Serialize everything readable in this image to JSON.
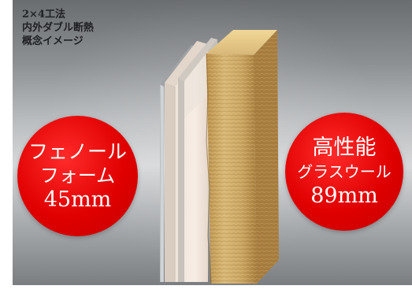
{
  "caption": {
    "line1": "2×4工法",
    "line2": "内外ダブル断熱",
    "line3": "概念イメージ"
  },
  "badges": {
    "left": {
      "line1": "フェノール",
      "line2": "フォーム",
      "line3": "45mm",
      "color": "#e00000"
    },
    "right": {
      "line1": "高性能",
      "line2": "グラスウール",
      "line3": "89mm",
      "color": "#e00000"
    }
  }
}
